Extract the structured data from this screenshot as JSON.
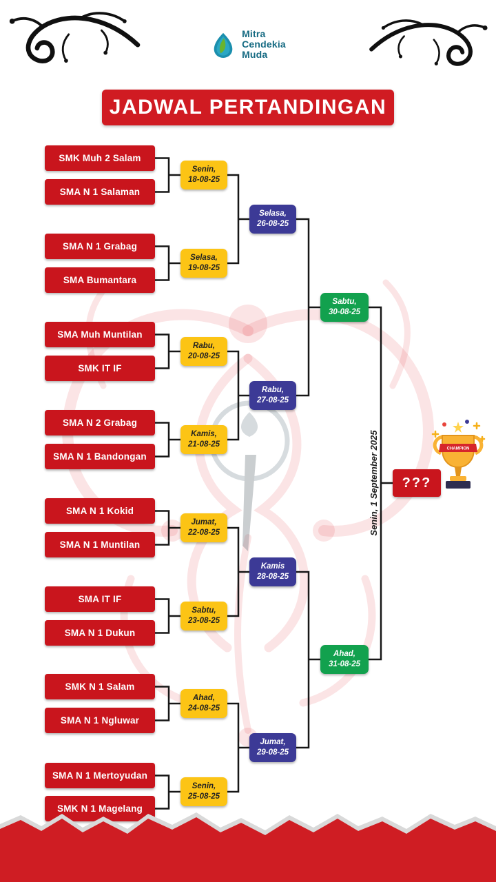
{
  "logo": {
    "name_lines": [
      "Mitra",
      "Cendekia",
      "Muda"
    ]
  },
  "title": "JADWAL PERTANDINGAN",
  "bracket": {
    "teams": [
      "SMK Muh 2 Salam",
      "SMA N 1 Salaman",
      "SMA N 1 Grabag",
      "SMA Bumantara",
      "SMA Muh Muntilan",
      "SMK IT IF",
      "SMA N 2 Grabag",
      "SMA N 1 Bandongan",
      "SMA N 1 Kokid",
      "SMA N 1 Muntilan",
      "SMA IT IF",
      "SMA N 1 Dukun",
      "SMK N 1 Salam",
      "SMA N 1 Ngluwar",
      "SMA N 1 Mertoyudan",
      "SMK N 1 Magelang"
    ],
    "round1": [
      {
        "day": "Senin,",
        "date": "18-08-25"
      },
      {
        "day": "Selasa,",
        "date": "19-08-25"
      },
      {
        "day": "Rabu,",
        "date": "20-08-25"
      },
      {
        "day": "Kamis,",
        "date": "21-08-25"
      },
      {
        "day": "Jumat,",
        "date": "22-08-25"
      },
      {
        "day": "Sabtu,",
        "date": "23-08-25"
      },
      {
        "day": "Ahad,",
        "date": "24-08-25"
      },
      {
        "day": "Senin,",
        "date": "25-08-25"
      }
    ],
    "round2": [
      {
        "day": "Selasa,",
        "date": "26-08-25"
      },
      {
        "day": "Rabu,",
        "date": "27-08-25"
      },
      {
        "day": "Kamis",
        "date": "28-08-25"
      },
      {
        "day": "Jumat,",
        "date": "29-08-25"
      }
    ],
    "semifinal": [
      {
        "day": "Sabtu,",
        "date": "30-08-25"
      },
      {
        "day": "Ahad,",
        "date": "31-08-25"
      }
    ],
    "final": {
      "date_label": "Senin, 1 September 2025",
      "winner_placeholder": "???"
    },
    "trophy": {
      "ribbon": "CHAMPION"
    }
  },
  "colors": {
    "red": "#c9151d",
    "banner_red": "#d01b22",
    "yellow": "#fcc415",
    "navy": "#3c3a96",
    "green": "#12a14e",
    "logo_teal": "#156a82"
  }
}
